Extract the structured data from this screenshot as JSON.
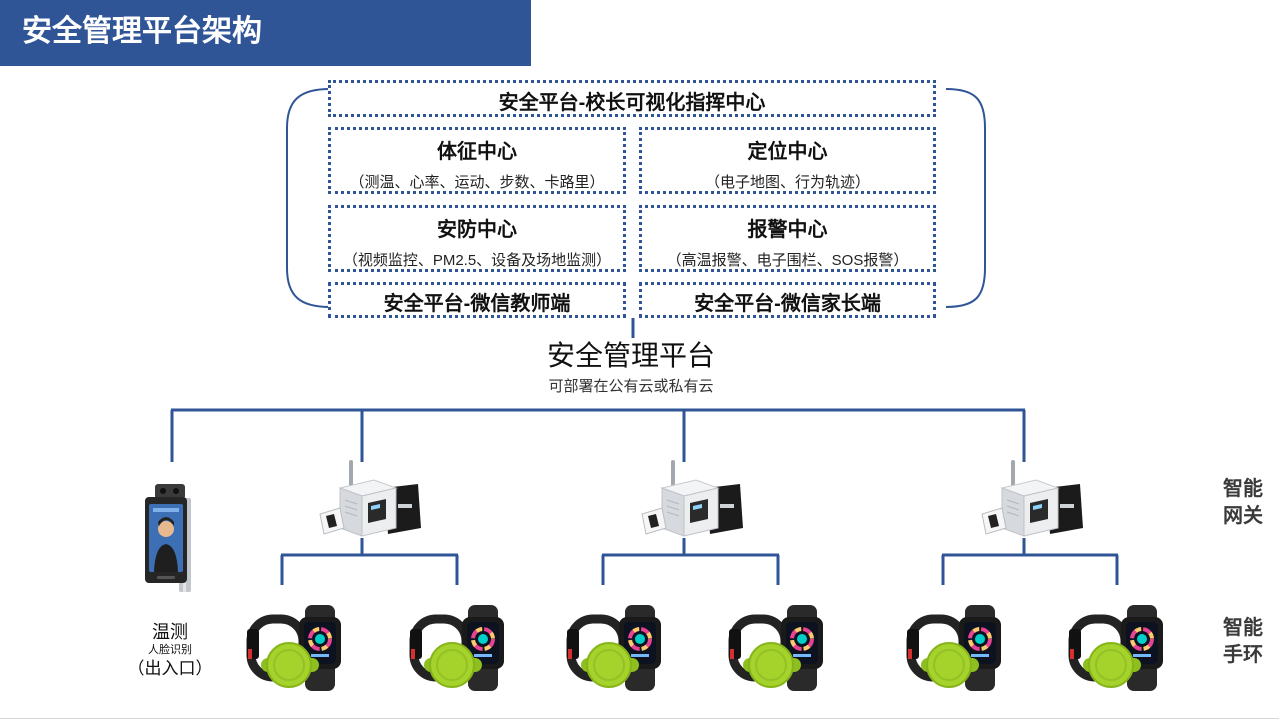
{
  "header": {
    "title": "安全管理平台架构"
  },
  "command_center": {
    "title": "安全平台-校长可视化指挥中心"
  },
  "centers": [
    {
      "title": "体征中心",
      "detail": "（测温、心率、运动、步数、卡路里）"
    },
    {
      "title": "定位中心",
      "detail": "（电子地图、行为轨迹）"
    },
    {
      "title": "安防中心",
      "detail": "（视频监控、PM2.5、设备及场地监测）"
    },
    {
      "title": "报警中心",
      "detail": "（高温报警、电子围栏、SOS报警）"
    }
  ],
  "clients": [
    {
      "title": "安全平台-微信教师端"
    },
    {
      "title": "安全平台-微信家长端"
    }
  ],
  "platform": {
    "title": "安全管理平台",
    "subtitle": "可部署在公有云或私有云"
  },
  "entrance": {
    "label": "温测",
    "sublabel": "人脸识别",
    "location": "（出入口）",
    "icon": "face-recognition-terminal"
  },
  "gateway_row": {
    "label_line1": "智能",
    "label_line2": "网关",
    "icon": "gateway"
  },
  "band_row": {
    "label_line1": "智能",
    "label_line2": "手环",
    "icon": "smart-band"
  },
  "colors": {
    "brand_blue": "#2F5597",
    "band_green": "#A5D22B"
  }
}
